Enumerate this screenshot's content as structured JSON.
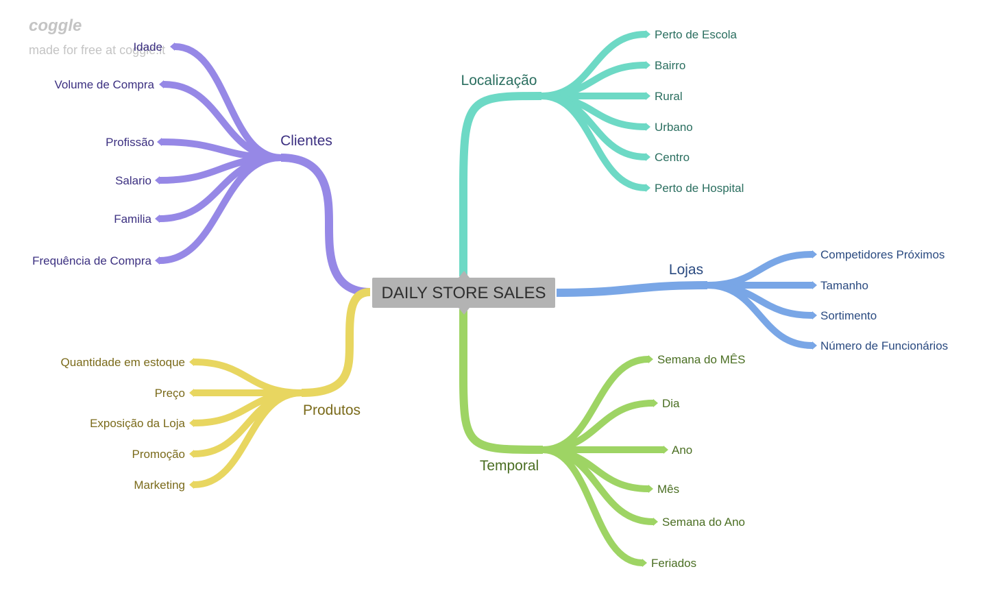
{
  "watermark": {
    "logo": "coggle",
    "tagline": "made for free at coggle.it"
  },
  "root": {
    "label": "DAILY STORE SALES"
  },
  "branches": {
    "clientes": {
      "label": "Clientes",
      "color": "#9688e6",
      "text_color": "#3b2f80",
      "children": [
        "Idade",
        "Volume de Compra",
        "Profissão",
        "Salario",
        "Familia",
        "Frequência de Compra"
      ]
    },
    "produtos": {
      "label": "Produtos",
      "color": "#e8d660",
      "text_color": "#7a6a1a",
      "children": [
        "Quantidade em estoque",
        "Preço",
        "Exposição da Loja",
        "Promoção",
        "Marketing"
      ]
    },
    "localizacao": {
      "label": "Localização",
      "color": "#6dd9c5",
      "text_color": "#2a6e5f",
      "children": [
        "Perto de Escola",
        "Bairro",
        "Rural",
        "Urbano",
        "Centro",
        "Perto de Hospital"
      ]
    },
    "lojas": {
      "label": "Lojas",
      "color": "#79a6e6",
      "text_color": "#2a4a80",
      "children": [
        "Competidores Próximos",
        "Tamanho",
        "Sortimento",
        "Número de Funcionários"
      ]
    },
    "temporal": {
      "label": "Temporal",
      "color": "#9ed464",
      "text_color": "#4a6e22",
      "children": [
        "Semana do MÊS",
        "Dia",
        "Ano",
        "Mês",
        "Semana do Ano",
        "Feriados"
      ]
    }
  }
}
